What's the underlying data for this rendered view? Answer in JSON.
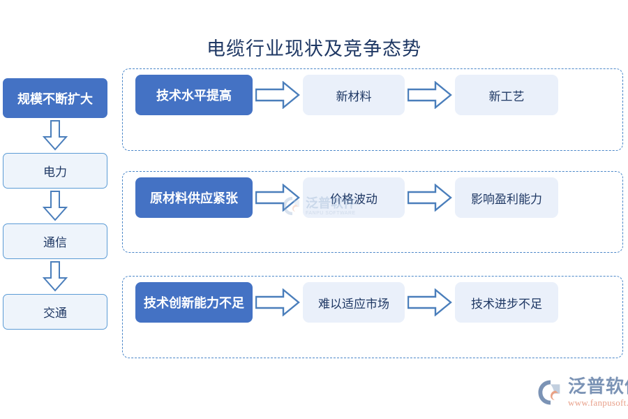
{
  "page": {
    "title": "电缆行业现状及竞争态势",
    "background": "#ffffff"
  },
  "colors": {
    "title_text": "#1f3864",
    "primary_box_fill": "#4472c4",
    "primary_box_text": "#ffffff",
    "soft_box_fill": "#eaf0fa",
    "soft_box_text": "#1f3864",
    "outline_box_fill": "#eef4fb",
    "outline_box_border": "#5b9bd5",
    "arrow_stroke": "#4a7ebb",
    "panel_border_dashed": "#4a86c8",
    "brand_cn_text": "#7b93b5",
    "brand_url_text": "#e8a08a",
    "brand_mark_swoosh": "#e9a184"
  },
  "left_column": {
    "head": {
      "label": "规模不断扩大",
      "style": "primary"
    },
    "arrow_icon": "arrow-down-block-icon",
    "items": [
      {
        "label": "电力",
        "style": "outline"
      },
      {
        "label": "通信",
        "style": "outline"
      },
      {
        "label": "交通",
        "style": "outline"
      }
    ]
  },
  "panels": [
    {
      "id": "panel-1",
      "cause": "技术水平提高",
      "arrow_icon": "arrow-right-block-icon",
      "effect_1": "新材料",
      "effect_2": "新工艺"
    },
    {
      "id": "panel-2",
      "cause": "原材料供应紧张",
      "arrow_icon": "arrow-right-block-icon",
      "effect_1": "价格波动",
      "effect_2": "影响盈利能力"
    },
    {
      "id": "panel-3",
      "cause": "技术创新能力不足",
      "arrow_icon": "arrow-right-block-icon",
      "effect_1": "难以适应市场",
      "effect_2": "技术进步不足"
    }
  ],
  "watermark": {
    "icon": "fanpu-logo-icon",
    "cn": "泛普软件",
    "en": "FANPU SOFTWARE"
  },
  "brand": {
    "icon": "fanpu-logo-icon",
    "name": "泛普软件",
    "url": "www.fanpusoft.com"
  }
}
